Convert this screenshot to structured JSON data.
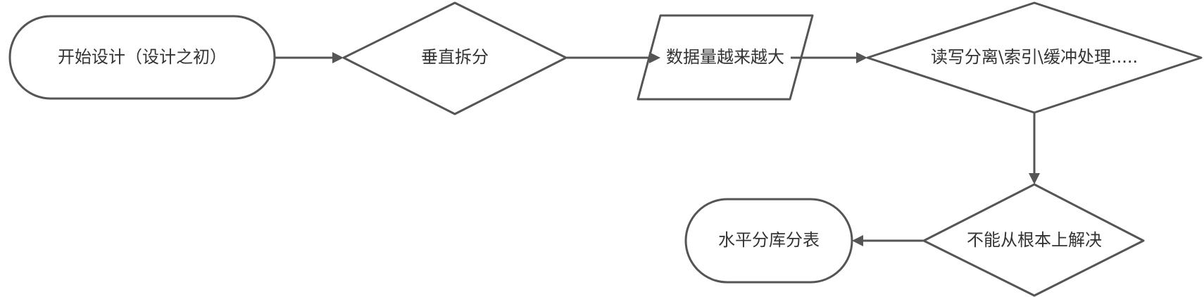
{
  "diagram": {
    "nodes": [
      {
        "id": "start",
        "label": "开始设计（设计之初）"
      },
      {
        "id": "vertical-split",
        "label": "垂直拆分"
      },
      {
        "id": "data-growth",
        "label": "数据量越来越大"
      },
      {
        "id": "optimizations",
        "label": "读写分离\\索引\\缓冲处理....."
      },
      {
        "id": "not-root-solution",
        "label": "不能从根本上解决"
      },
      {
        "id": "horizontal-sharding",
        "label": "水平分库分表"
      }
    ]
  }
}
